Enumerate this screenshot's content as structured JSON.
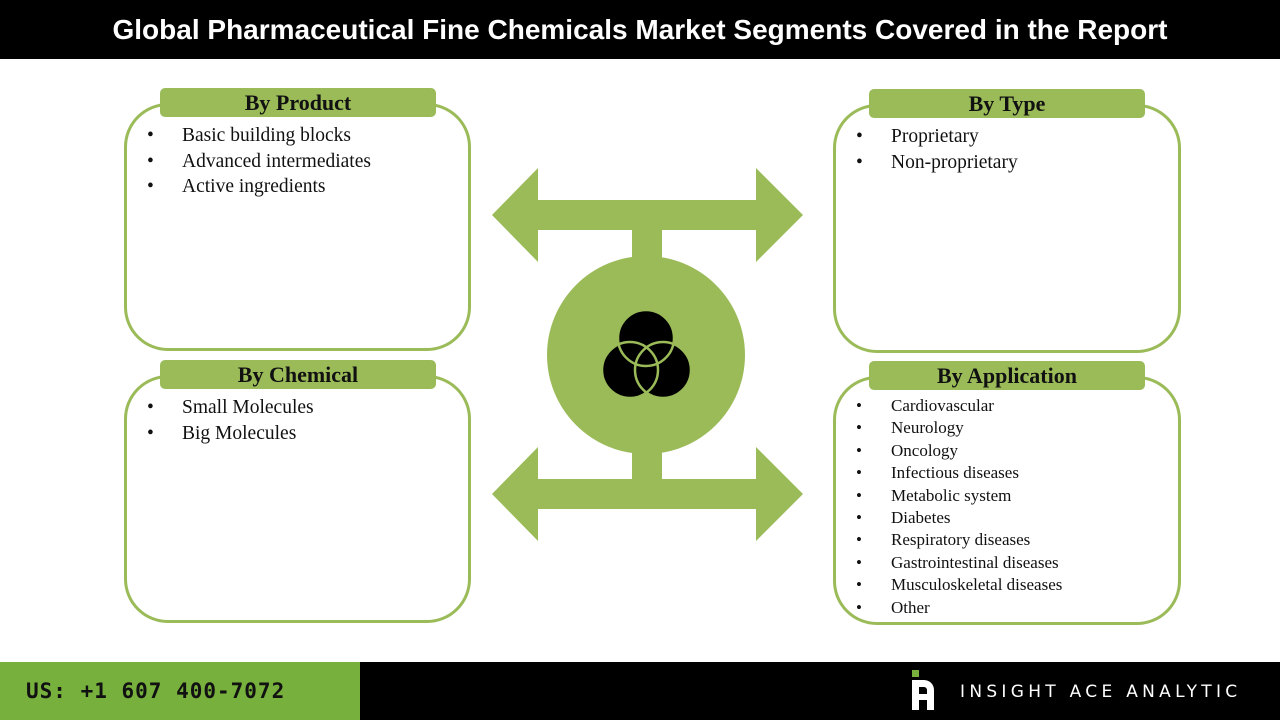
{
  "title": "Global Pharmaceutical Fine Chemicals Market Segments Covered in the Report",
  "colors": {
    "accent_green": "#9bbb59",
    "footer_green": "#77b03c",
    "dark": "#000000",
    "text": "#111111"
  },
  "segments": {
    "product": {
      "label": "By Product",
      "items": [
        "Basic building blocks",
        "Advanced intermediates",
        "Active ingredients"
      ]
    },
    "type": {
      "label": "By Type",
      "items": [
        "Proprietary",
        "Non-proprietary"
      ]
    },
    "chemical": {
      "label": "By Chemical",
      "items": [
        "Small Molecules",
        "Big Molecules"
      ]
    },
    "application": {
      "label": "By Application",
      "items": [
        "Cardiovascular",
        "Neurology",
        "Oncology",
        "Infectious diseases",
        "Metabolic system",
        "Diabetes",
        "Respiratory diseases",
        "Gastrointestinal diseases",
        "Musculoskeletal diseases",
        "Other"
      ]
    }
  },
  "bullet": "•",
  "center_icon": "venn-circles-icon",
  "footer": {
    "phone": "US: +1 607 400-7072",
    "brand": "INSIGHT ACE ANALYTIC",
    "logo_icon": "insight-ace-logo-icon"
  }
}
